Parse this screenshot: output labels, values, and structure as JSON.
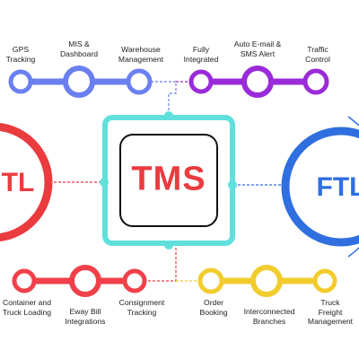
{
  "center": {
    "label": "TMS"
  },
  "left_hub": {
    "label": "TL"
  },
  "right_hub": {
    "label": "FTL"
  },
  "colors": {
    "blue": "#6a7ff0",
    "purple": "#9a2bd8",
    "red": "#f0404a",
    "yellow": "#f2cc2e",
    "teal": "#5fe0dc",
    "hub_red": "#ea3b3f",
    "hub_blue": "#2f6fe0",
    "text_red": "#ea3b3f",
    "text_blue": "#2f6fe0"
  },
  "top_left_group": {
    "items": [
      {
        "label": "GPS\nTracking",
        "icon": "blue-ring"
      },
      {
        "label": "MIS &\nDashboard",
        "icon": "blue-ring"
      },
      {
        "label": "Warehouse\nManagement",
        "icon": "blue-ring"
      }
    ]
  },
  "top_right_group": {
    "items": [
      {
        "label": "Fully\nIntegrated",
        "icon": "purple-ring"
      },
      {
        "label": "Auto E-mail &\nSMS Alert",
        "icon": "purple-ring"
      },
      {
        "label": "Traffic\nControl",
        "icon": "purple-ring"
      }
    ]
  },
  "bottom_left_group": {
    "items": [
      {
        "label": "Container and\nTruck Loading",
        "icon": "red-ring"
      },
      {
        "label": "Eway Bill\nIntegrations",
        "icon": "red-ring"
      },
      {
        "label": "Consignment\nTracking",
        "icon": "red-ring"
      }
    ]
  },
  "bottom_right_group": {
    "items": [
      {
        "label": "Order\nBooking",
        "icon": "yellow-ring"
      },
      {
        "label": "Interconnected\nBranches",
        "icon": "yellow-ring"
      },
      {
        "label": "Truck Freight\nManagement",
        "icon": "yellow-ring"
      }
    ]
  }
}
